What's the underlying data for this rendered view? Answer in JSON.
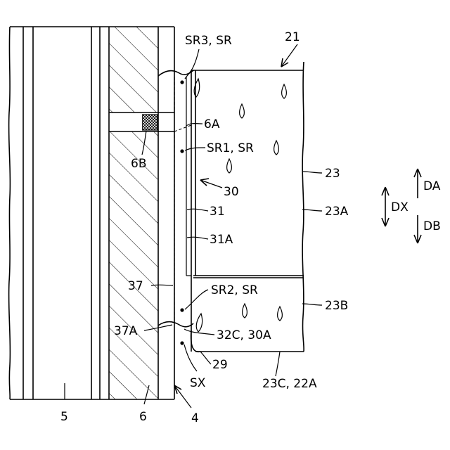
{
  "labels": {
    "sr3": "SR3, SR",
    "n21": "21",
    "n6A": "6A",
    "n6B": "6B",
    "sr1": "SR1, SR",
    "n30": "30",
    "n23": "23",
    "n23A": "23A",
    "n31": "31",
    "n31A": "31A",
    "n37": "37",
    "sr2": "SR2, SR",
    "n23B": "23B",
    "n37A": "37A",
    "n32C": "32C, 30A",
    "n29": "29",
    "sx": "SX",
    "n23C": "23C, 22A",
    "n5": "5",
    "n6": "6",
    "n4": "4",
    "da": "DA",
    "dx": "DX",
    "db": "DB"
  }
}
